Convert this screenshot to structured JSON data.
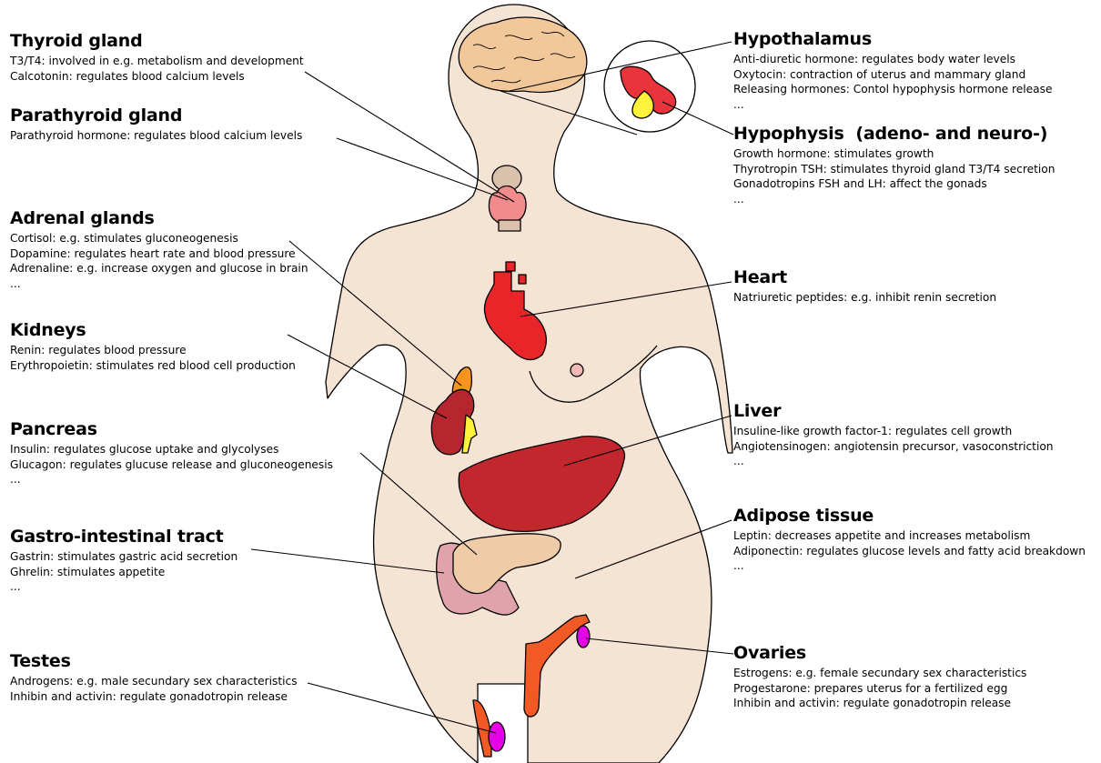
{
  "labels": {
    "thyroid": {
      "title": "Thyroid gland",
      "lines": [
        "T3/T4: involved in e.g. metabolism and development",
        "Calcotonin: regulates blood calcium levels"
      ]
    },
    "parathyroid": {
      "title": "Parathyroid gland",
      "lines": [
        "Parathyroid hormone: regulates blood calcium levels"
      ]
    },
    "adrenal": {
      "title": "Adrenal glands",
      "lines": [
        "Cortisol: e.g. stimulates gluconeogenesis",
        "Dopamine: regulates heart rate and blood pressure",
        "Adrenaline: e.g. increase oxygen and glucose in brain",
        "..."
      ]
    },
    "kidneys": {
      "title": "Kidneys",
      "lines": [
        "Renin: regulates blood pressure",
        "Erythropoietin: stimulates red blood cell production"
      ]
    },
    "pancreas": {
      "title": "Pancreas",
      "lines": [
        "Insulin: regulates glucose uptake and glycolyses",
        "Glucagon: regulates glucuse release and gluconeogenesis",
        "..."
      ]
    },
    "gi": {
      "title": "Gastro-intestinal tract",
      "lines": [
        "Gastrin: stimulates gastric acid secretion",
        "Ghrelin: stimulates appetite",
        "..."
      ]
    },
    "testes": {
      "title": "Testes",
      "lines": [
        "Androgens: e.g. male secundary sex characteristics",
        "Inhibin and activin: regulate gonadotropin release"
      ]
    },
    "hypothalamus": {
      "title": "Hypothalamus",
      "lines": [
        "Anti-diuretic hormone: regulates body water levels",
        "Oxytocin: contraction of uterus and mammary gland",
        "Releasing hormones: Contol hypophysis hormone release",
        "..."
      ]
    },
    "hypophysis": {
      "title": "Hypophysis  (adeno- and neuro-)",
      "lines": [
        "Growth hormone: stimulates growth",
        "Thyrotropin TSH: stimulates thyroid gland T3/T4 secretion",
        "Gonadotropins FSH and LH: affect the gonads",
        "..."
      ]
    },
    "heart": {
      "title": "Heart",
      "lines": [
        "Natriuretic peptides: e.g. inhibit renin secretion"
      ]
    },
    "liver": {
      "title": "Liver",
      "lines": [
        "Insuline-like growth factor-1: regulates cell growth",
        "Angiotensinogen: angiotensin precursor, vasoconstriction",
        "..."
      ]
    },
    "adipose": {
      "title": "Adipose tissue",
      "lines": [
        "Leptin: decreases appetite and increases metabolism",
        "Adiponectin: regulates glucose levels and fatty acid breakdown",
        "..."
      ]
    },
    "ovaries": {
      "title": "Ovaries",
      "lines": [
        "Estrogens: e.g. female secundary sex characteristics",
        "Progestarone: prepares uterus for  a fertilized egg",
        "Inhibin and activin: regulate gonadotropin release"
      ]
    }
  },
  "colors": {
    "skin": "#f5e3d3",
    "brain": "#f2c89a",
    "heart": "#e8262a",
    "liver": "#c1272d",
    "kidney": "#b5262e",
    "adrenal": "#f7941d",
    "pancreas": "#f0cba8",
    "gi": "#e0a3ac",
    "reproductive": "#f15a24",
    "gonad": "#e600e6",
    "hypophysis_ant": "#e8343a",
    "hypophysis_post": "#fff23a",
    "thyroid": "#f28b8b"
  }
}
